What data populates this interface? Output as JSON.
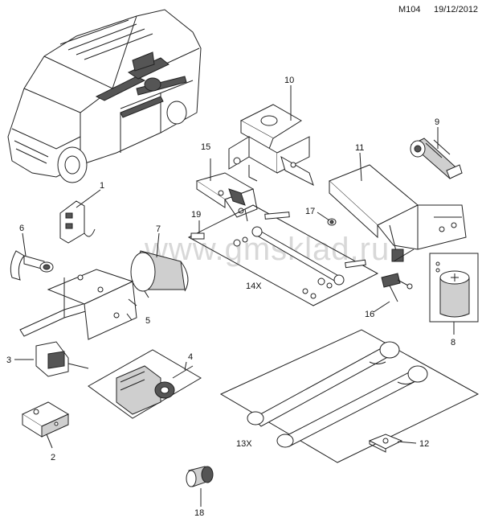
{
  "header": {
    "code": "M104",
    "date": "19/12/2012"
  },
  "watermark": "www.gmsklad.ru",
  "callouts": {
    "c1": "1",
    "c2": "2",
    "c3": "3",
    "c4": "4",
    "c5": "5",
    "c6": "6",
    "c7": "7",
    "c8": "8",
    "c9": "9",
    "c10": "10",
    "c11": "11",
    "c12": "12",
    "c13": "13X",
    "c14": "14X",
    "c15": "15",
    "c16": "16",
    "c17": "17",
    "c18": "18",
    "c19": "19"
  }
}
